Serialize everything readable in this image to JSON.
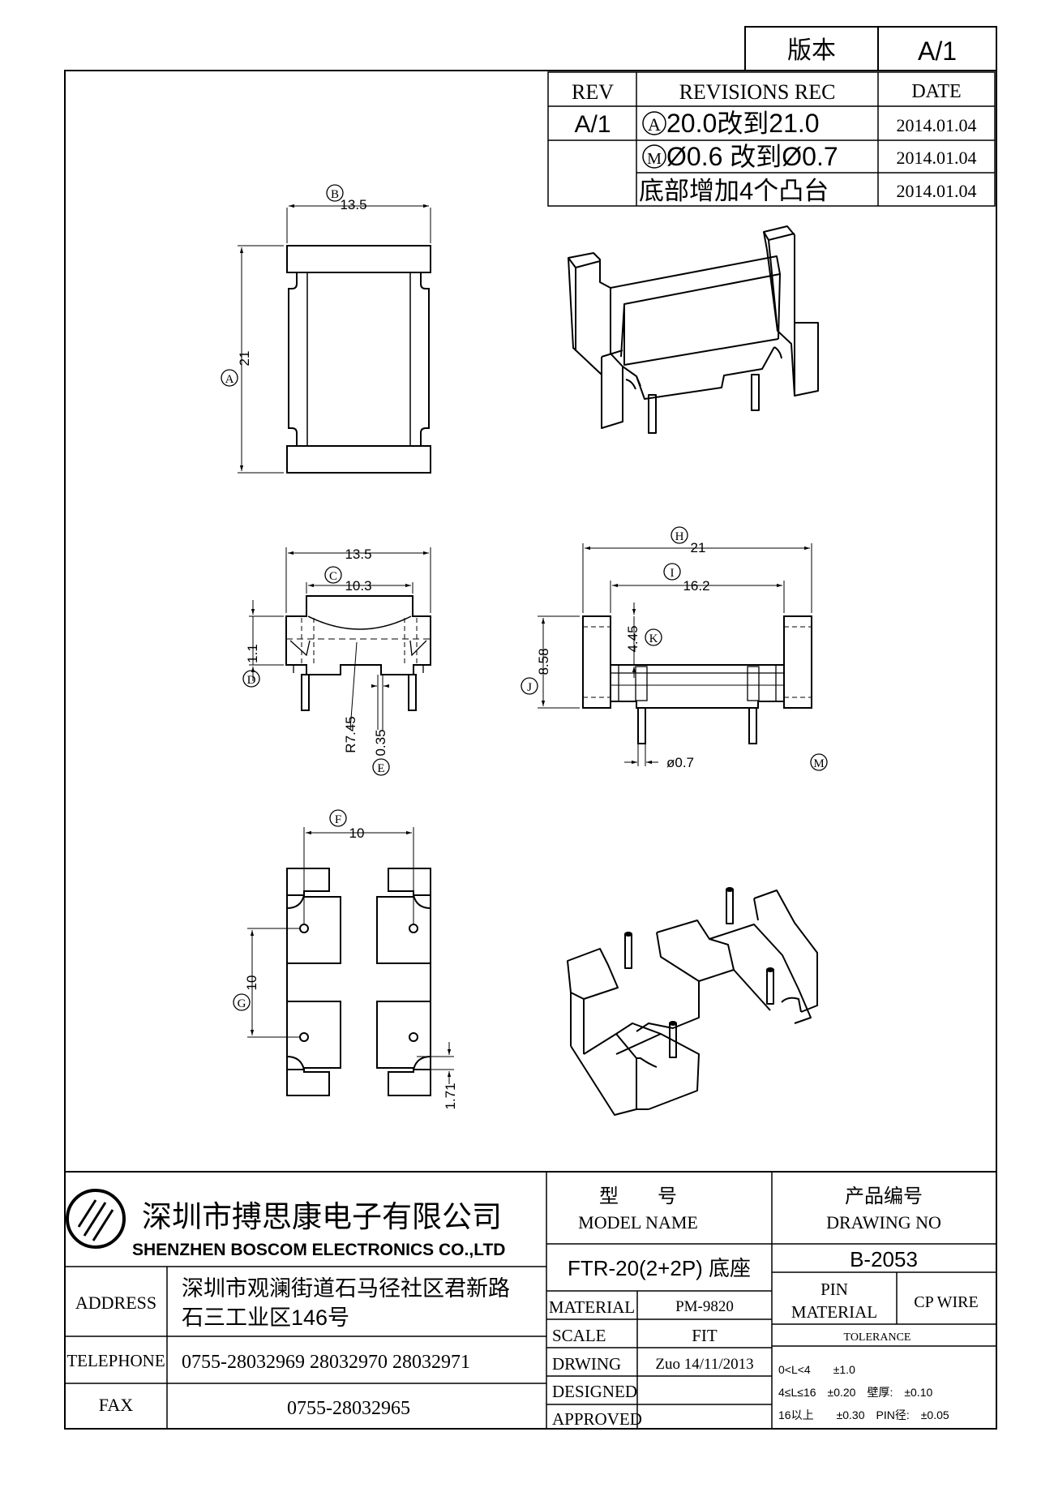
{
  "version_box": {
    "label": "版本",
    "value": "A/1"
  },
  "revisions": {
    "headers": {
      "rev": "REV",
      "rec": "REVISIONS REC",
      "date": "DATE"
    },
    "rev_value": "A/1",
    "rows": [
      {
        "marker": "A",
        "text": "20.0改到21.0",
        "date": "2014.01.04"
      },
      {
        "marker": "M",
        "text": "Ø0.6 改到Ø0.7",
        "date": "2014.01.04"
      },
      {
        "marker": "",
        "text": "底部增加4个凸台",
        "date": "2014.01.04"
      }
    ]
  },
  "dimensions": {
    "top_width": "13.5",
    "top_width_id": "B",
    "top_height": "21",
    "top_height_id": "A",
    "front_width": "13.5",
    "front_inner": "10.3",
    "front_inner_id": "C",
    "front_step": "1.1",
    "front_step_id": "D",
    "radius": "R7.45",
    "gap": "0.35",
    "gap_id": "E",
    "side_width": "21",
    "side_width_id": "H",
    "side_inner": "16.2",
    "side_inner_id": "I",
    "side_depth": "4.45",
    "side_depth_id": "K",
    "side_height": "8.58",
    "side_height_id": "J",
    "pin_dia": "ø0.7",
    "pin_dia_id": "M",
    "bottom_pitch": "10",
    "bottom_pitch_id": "F",
    "bottom_vpitch": "10",
    "bottom_vpitch_id": "G",
    "bottom_boss": "1.71"
  },
  "title_block": {
    "company_cn": "深圳市搏思康电子有限公司",
    "company_en": "SHENZHEN BOSCOM ELECTRONICS CO.,LTD",
    "address_label": "ADDRESS",
    "address_line1": "深圳市观澜街道石马径社区君新路",
    "address_line2": "石三工业区146号",
    "telephone_label": "TELEPHONE",
    "telephone": "0755-28032969 28032970 28032971",
    "fax_label": "FAX",
    "fax": "0755-28032965",
    "model_label_cn": "型　　号",
    "model_label_en": "MODEL NAME",
    "model_value": "FTR-20(2+2P) 底座",
    "drawing_label_cn": "产品编号",
    "drawing_label_en": "DRAWING NO",
    "drawing_value": "B-2053",
    "material_label": "MATERIAL",
    "material_value": "PM-9820",
    "scale_label": "SCALE",
    "scale_value": "FIT",
    "drwing_label": "DRWING",
    "drwing_value": "Zuo 14/11/2013",
    "designed_label": "DESIGNED",
    "approved_label": "APPROVED",
    "pin_label": "PIN",
    "pin_material_label": "MATERIAL",
    "pin_material_value": "CP WIRE",
    "tolerance_label": "TOLERANCE",
    "tol1": "0<L<4　　±1.0",
    "tol2": "4≤L≤16　±0.20　壁厚:　±0.10",
    "tol3": "16以上　　±0.30　PIN径:　±0.05"
  }
}
